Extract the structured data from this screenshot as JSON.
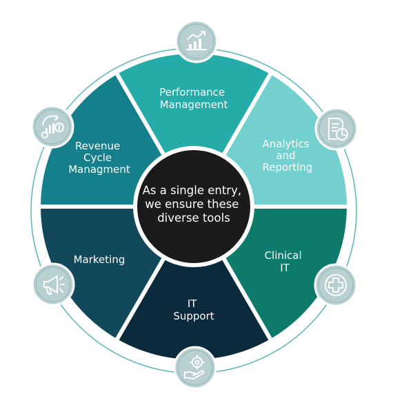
{
  "center": {
    "lines": [
      "As a single entry,",
      "we ensure these",
      "diverse tools"
    ]
  },
  "segments": [
    {
      "id": "performance",
      "lines": [
        "Performance",
        "Management"
      ],
      "color": "#25aba8",
      "icon": "growth-chart-icon"
    },
    {
      "id": "analytics",
      "lines": [
        "Analytics",
        "and",
        "Reporting"
      ],
      "color": "#74cfcf",
      "icon": "report-document-icon"
    },
    {
      "id": "clinical",
      "lines": [
        "Clinical",
        "IT"
      ],
      "color": "#0d7a6b",
      "icon": "medical-cross-icon"
    },
    {
      "id": "support",
      "lines": [
        "IT",
        "Support"
      ],
      "color": "#0b2a3c",
      "icon": "hand-gear-icon"
    },
    {
      "id": "marketing",
      "lines": [
        "Marketing"
      ],
      "color": "#11495b",
      "icon": "megaphone-icon"
    },
    {
      "id": "revenue",
      "lines": [
        "Revenue",
        "Cycle",
        "Managment"
      ],
      "color": "#167f8c",
      "icon": "revenue-chart-icon"
    }
  ],
  "colors": {
    "outer_ring": "#55b5b8",
    "center_fill": "#1b1b1b",
    "badge_fill": "#b9d0d0",
    "segment_text": "#ffffff"
  }
}
